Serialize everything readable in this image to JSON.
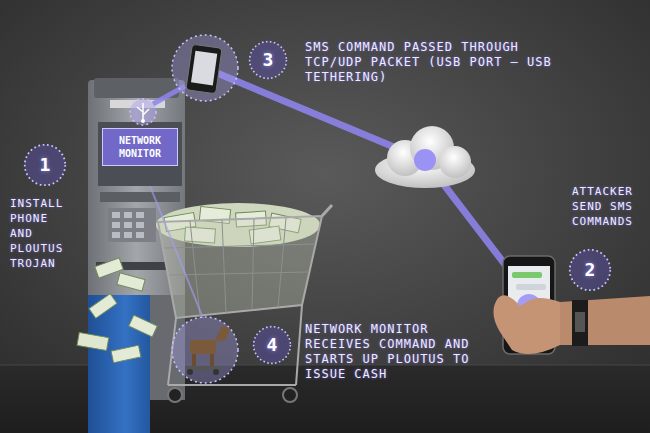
{
  "diagram": {
    "nodes": [
      {
        "text": [
          "3"
        ]
      },
      {
        "text": [
          "NETWORK MONITOR"
        ]
      },
      {
        "text": [
          "1"
        ]
      },
      {
        "text": [
          "2"
        ]
      },
      {
        "text": [
          "4"
        ]
      }
    ],
    "labels": [
      "SMS COMMAND PASSED THROUGH TCP/UDP PACKET (USB PORT — USB TETHERING)",
      "INSTALL PHONE AND PLOUTUS TROJAN",
      "ATTACKER SEND SMS COMMANDS",
      "NETWORK MONITOR RECEIVES COMMAND AND STARTS UP PLOUTUS TO ISSUE CASH"
    ]
  }
}
